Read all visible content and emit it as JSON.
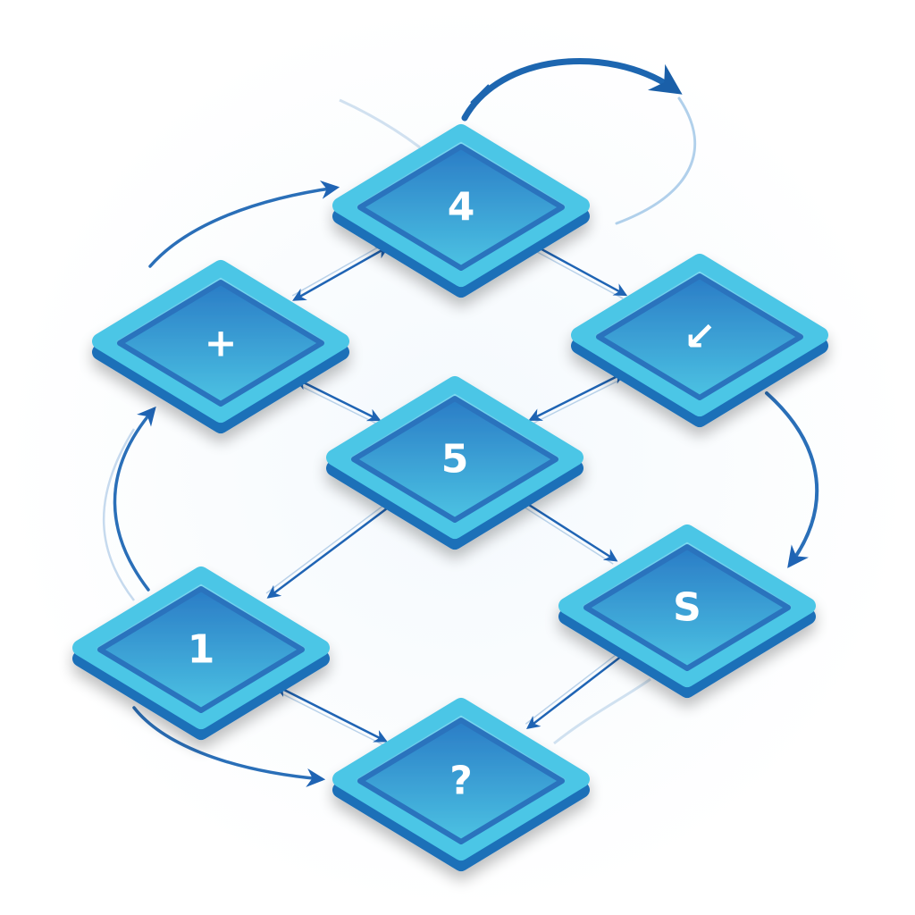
{
  "colors": {
    "background": "#ffffff",
    "tile_rim": "#4cc6e6",
    "tile_rim_dark": "#1e6fb8",
    "tile_face_top": "#2f86cc",
    "tile_face_bottom": "#4cc3e3",
    "arrow": "#1f64b4",
    "arrow_light": "#8fb6dc",
    "label": "#ffffff"
  },
  "nodes": [
    {
      "id": "top",
      "label": "4"
    },
    {
      "id": "upper-left",
      "label": "+"
    },
    {
      "id": "upper-right",
      "label": "↙"
    },
    {
      "id": "center",
      "label": "5"
    },
    {
      "id": "lower-left",
      "label": "1"
    },
    {
      "id": "lower-right",
      "label": "S"
    },
    {
      "id": "bottom",
      "label": "?"
    }
  ],
  "edges": [
    {
      "from": "top",
      "to": "upper-left",
      "style": "double"
    },
    {
      "from": "top",
      "to": "upper-right",
      "style": "single"
    },
    {
      "from": "upper-left",
      "to": "center",
      "style": "double"
    },
    {
      "from": "center",
      "to": "upper-right",
      "style": "double"
    },
    {
      "from": "center",
      "to": "lower-left",
      "style": "single"
    },
    {
      "from": "center",
      "to": "lower-right",
      "style": "single"
    },
    {
      "from": "lower-left",
      "to": "bottom",
      "style": "double"
    },
    {
      "from": "lower-right",
      "to": "bottom",
      "style": "single"
    }
  ],
  "curves": [
    {
      "id": "top-loop",
      "icon": "curved-arrow"
    },
    {
      "id": "upper-left-to-top",
      "icon": "curved-arrow"
    },
    {
      "id": "left-arc",
      "icon": "curved-arrow"
    },
    {
      "id": "right-arc",
      "icon": "curved-arrow"
    },
    {
      "id": "bottom-left-swoop",
      "icon": "curved-arrow"
    }
  ]
}
